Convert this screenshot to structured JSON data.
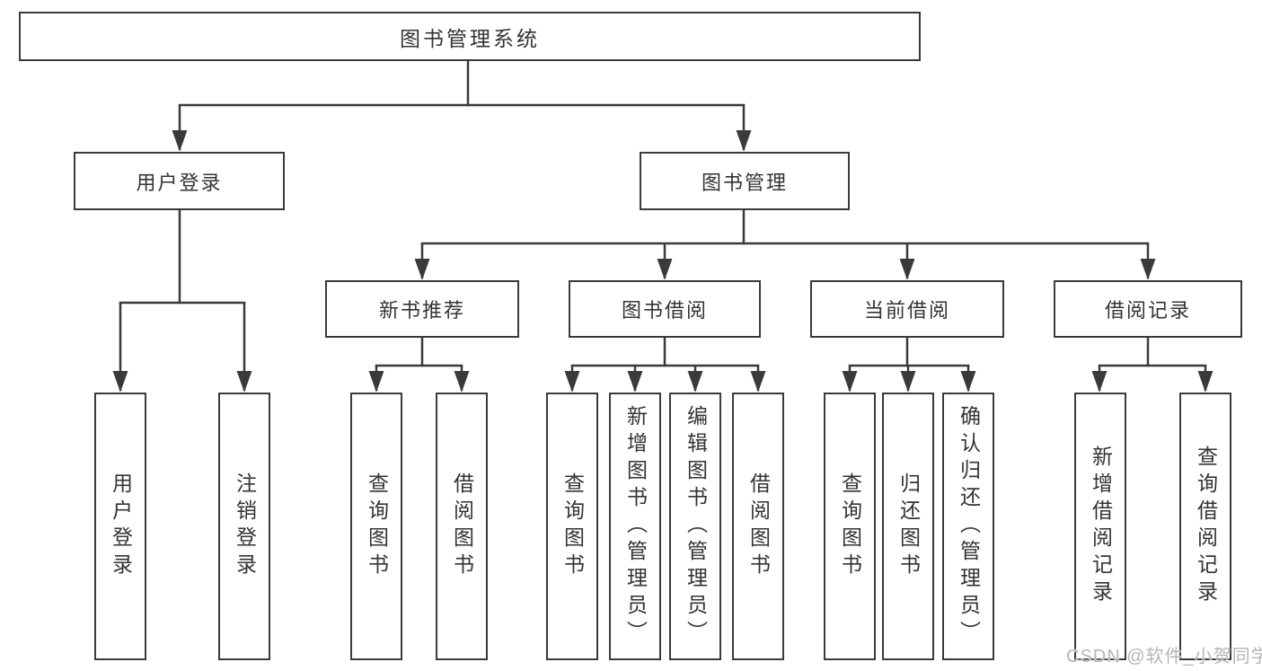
{
  "root": "图书管理系统",
  "level2": [
    "用户登录",
    "图书管理"
  ],
  "level3": [
    "新书推荐",
    "图书借阅",
    "当前借阅",
    "借阅记录"
  ],
  "leaves": {
    "user_login": [
      "用户登录",
      "注销登录"
    ],
    "new_book_rec": [
      "查询图书",
      "借阅图书"
    ],
    "book_borrow": [
      "查询图书",
      "新增图书（管理员）",
      "编辑图书（管理员）",
      "借阅图书"
    ],
    "current_borrow": [
      "查询图书",
      "归还图书",
      "确认归还（管理员）"
    ],
    "borrow_records": [
      "新增借阅记录",
      "查询借阅记录"
    ]
  },
  "watermark": "CSDN @软件_小贺同学",
  "colors": {
    "line": "#3a3a3a",
    "text": "#333333",
    "watermark": "#b5b5b5",
    "background": "#ffffff"
  }
}
